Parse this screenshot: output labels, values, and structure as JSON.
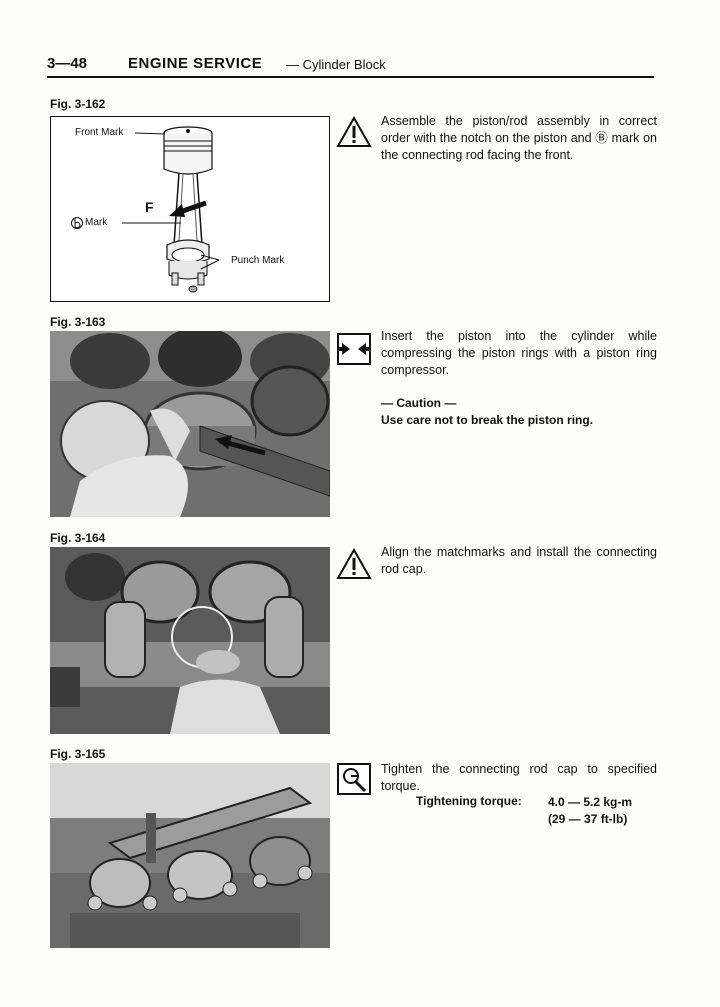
{
  "header": {
    "page_number": "3—48",
    "section": "ENGINE SERVICE",
    "subsection": "—  Cylinder Block"
  },
  "figures": [
    {
      "label": "Fig. 3-162",
      "callouts": {
        "front_mark": "Front Mark",
        "f": "F",
        "mark": "Mark",
        "punch_mark": "Punch Mark"
      },
      "text": "Assemble the piston/rod assembly in correct order with the notch on the piston and Ⓑ mark on the connecting rod facing the front.",
      "icon": "warning-triangle-icon"
    },
    {
      "label": "Fig. 3-163",
      "text": "Insert the piston into the cylinder while compressing the piston rings with a piston ring compressor.",
      "caution_heading": "— Caution —",
      "caution_text": "Use care not to break the piston ring.",
      "icon": "install-arrows-icon"
    },
    {
      "label": "Fig. 3-164",
      "text": "Align the matchmarks and install the connecting rod cap.",
      "icon": "warning-triangle-icon"
    },
    {
      "label": "Fig. 3-165",
      "text": "Tighten the connecting rod cap to specified torque.",
      "torque_label": "Tightening torque:",
      "torque_value_metric": "4.0 — 5.2 kg-m",
      "torque_value_imperial": "(29 — 37 ft-lb)",
      "icon": "torque-wrench-icon"
    }
  ]
}
